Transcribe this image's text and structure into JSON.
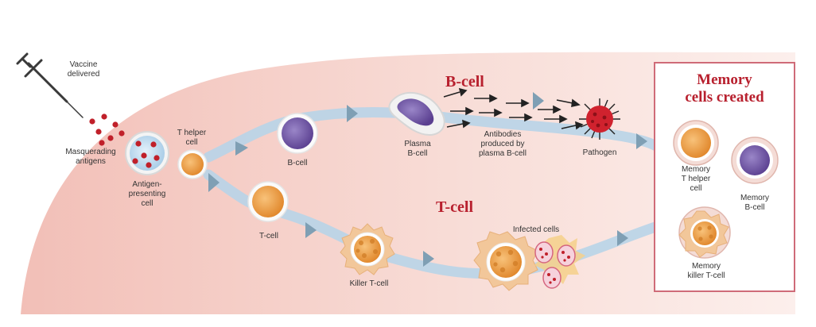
{
  "labels": {
    "vaccine": "Vaccine\ndelivered",
    "masquerading": "Masquerading\nantigens",
    "apc": "Antigen-\npresenting\ncell",
    "t_helper": "T helper\ncell",
    "b_cell": "B-cell",
    "plasma": "Plasma\nB-cell",
    "antibodies": "Antibodies\nproduced by\nplasma B-cell",
    "pathogen": "Pathogen",
    "t_cell": "T-cell",
    "killer": "Killer T-cell",
    "infected": "Infected cells"
  },
  "headers": {
    "b_cell": "B-cell",
    "t_cell": "T-cell"
  },
  "memory": {
    "title": "Memory\ncells created",
    "t_helper": "Memory\nT helper\ncell",
    "b_cell": "Memory\nB-cell",
    "killer": "Memory\nkiller T-cell"
  },
  "colors": {
    "header_red": "#b8202e",
    "box_border": "#cf6b78",
    "path_blue": "#b8d4e8",
    "arrow_gray": "#7f9fb4",
    "orange_cell": "#f0a040",
    "purple_cell": "#6a4fa0",
    "antigen_red": "#c0202a"
  }
}
